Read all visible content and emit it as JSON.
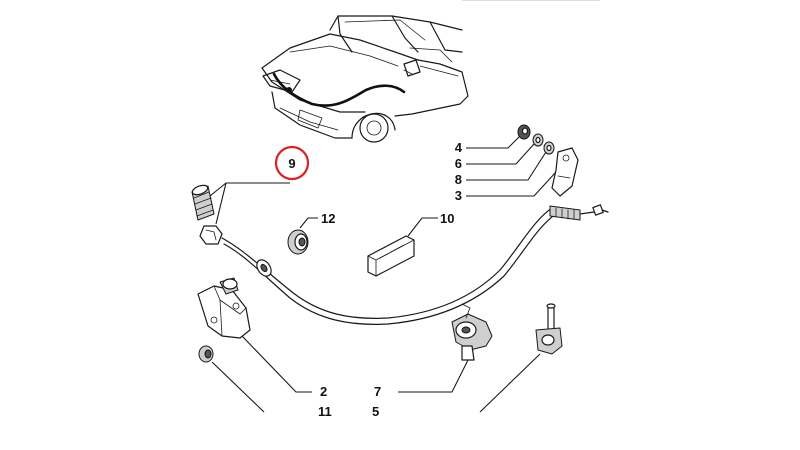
{
  "callouts": {
    "n2": "2",
    "n3": "3",
    "n4": "4",
    "n5": "5",
    "n6": "6",
    "n7": "7",
    "n8": "8",
    "n9": "9",
    "n10": "10",
    "n11": "11",
    "n12": "12"
  },
  "highlight": {
    "part": "9",
    "color": "#e02020"
  }
}
